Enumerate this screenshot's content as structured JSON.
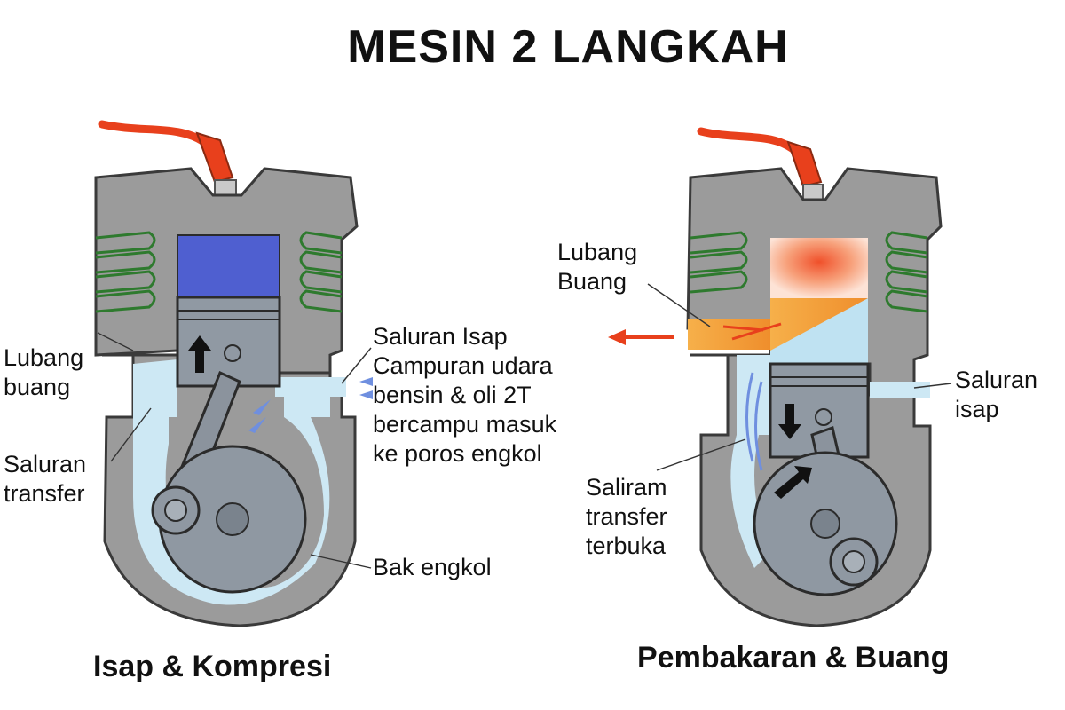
{
  "title": "MESIN 2 LANGKAH",
  "left_engine": {
    "caption": "Isap & Kompresi",
    "labels": {
      "exhaust_port_line1": "Lubang",
      "exhaust_port_line2": "buang",
      "transfer_line1": "Saluran",
      "transfer_line2": "transfer",
      "intake_line1": "Saluran Isap",
      "intake_line2": "Campuran udara",
      "intake_line3": "bensin & oli 2T",
      "intake_line4": "bercampu masuk",
      "intake_line5": "ke poros engkol",
      "crankcase": "Bak engkol"
    }
  },
  "right_engine": {
    "caption": "Pembakaran & Buang",
    "labels": {
      "exhaust_port_line1": "Lubang",
      "exhaust_port_line2": "Buang",
      "intake_line1": "Saluran",
      "intake_line2": "isap",
      "transfer_line1": "Saliram",
      "transfer_line2": "transfer",
      "transfer_line3": "terbuka"
    }
  },
  "colors": {
    "background": "#ffffff",
    "engine_body": "#9b9b9b",
    "cooling_fins": "#2e7a2e",
    "fresh_mixture": "#cde8f4",
    "compressed_charge": "#4f5fd0",
    "combustion": "#f26a3b",
    "exhaust_gas": "#f0a33c",
    "spark_wire": "#e8401c",
    "piston": "#9099a3"
  }
}
